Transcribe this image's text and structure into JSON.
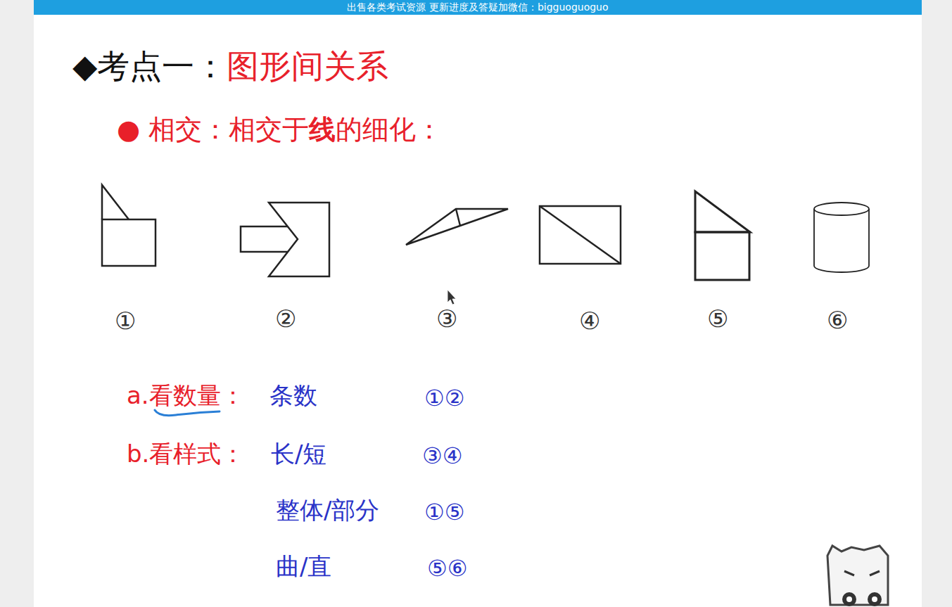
{
  "diagram": {
    "labels": [
      "出售各类考试资源 更新进度及答疑加微信：bigguoguoguo",
      "◆考点一：",
      "图形间关系",
      "● 相交：相交于",
      "线",
      "的细化：",
      "①",
      "②",
      "③",
      "④",
      "⑤",
      "⑥",
      "a.看数量：",
      "条数",
      "①②",
      "b.看样式：",
      "长/短",
      "③④",
      "整体/部分",
      "①⑤",
      "曲/直",
      "⑤⑥"
    ]
  }
}
